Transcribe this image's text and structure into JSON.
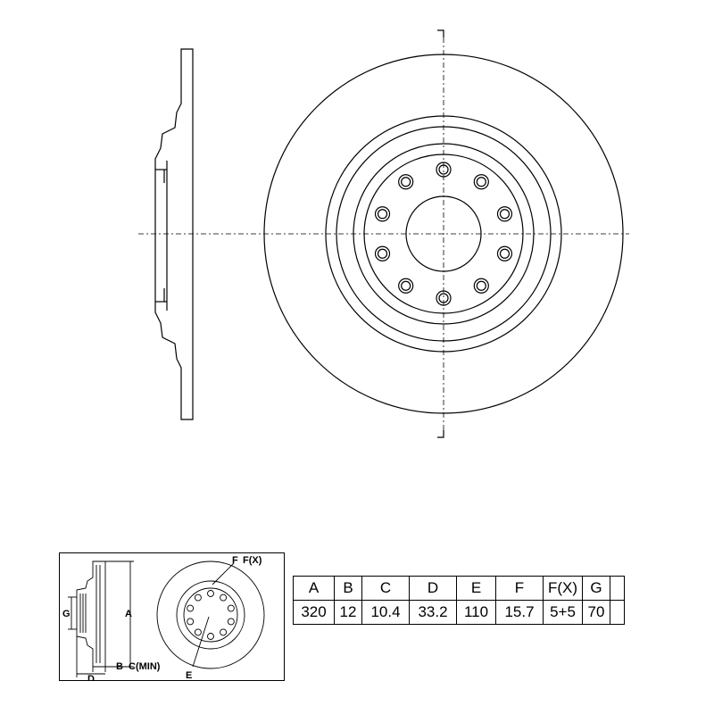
{
  "legend_labels": {
    "f": "F",
    "fx": "F(X)",
    "g": "G",
    "a": "A",
    "b": "B",
    "c_min": "C(MIN)",
    "d": "D",
    "e": "E"
  },
  "table": {
    "headers": [
      "A",
      "B",
      "C",
      "D",
      "E",
      "F",
      "F(X)",
      "G",
      ""
    ],
    "values": [
      "320",
      "12",
      "10.4",
      "33.2",
      "110",
      "15.7",
      "5+5",
      "70",
      ""
    ]
  },
  "colors": {
    "line": "#000000",
    "background": "#ffffff"
  }
}
